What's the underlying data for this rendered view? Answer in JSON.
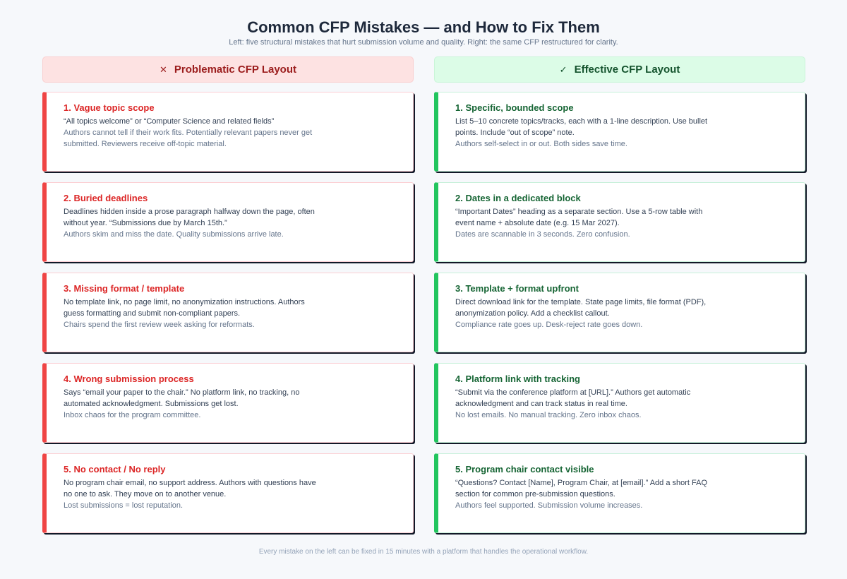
{
  "title": "Common CFP Mistakes — and How to Fix Them",
  "subtitle": "Left: five structural mistakes that hurt submission volume and quality. Right: the same CFP restructured for clarity.",
  "left": {
    "header": "Problematic CFP Layout",
    "header_icon": "✕",
    "accent": "#ef4444",
    "cards": [
      {
        "title": "1. Vague topic scope",
        "desc": "“All topics welcome” or “Computer Science and related fields”",
        "impact": "Authors cannot tell if their work fits. Potentially relevant papers never get submitted. Reviewers receive off-topic material."
      },
      {
        "title": "2. Buried deadlines",
        "desc": "Deadlines hidden inside a prose paragraph halfway down the page, often without year. “Submissions due by March 15th.”",
        "impact": "Authors skim and miss the date. Quality submissions arrive late."
      },
      {
        "title": "3. Missing format / template",
        "desc": "No template link, no page limit, no anonymization instructions. Authors guess formatting and submit non-compliant papers.",
        "impact": "Chairs spend the first review week asking for reformats."
      },
      {
        "title": "4. Wrong submission process",
        "desc": "Says “email your paper to the chair.” No platform link, no tracking, no automated acknowledgment. Submissions get lost.",
        "impact": "Inbox chaos for the program committee."
      },
      {
        "title": "5. No contact / No reply",
        "desc": "No program chair email, no support address. Authors with questions have no one to ask. They move on to another venue.",
        "impact": "Lost submissions = lost reputation."
      }
    ]
  },
  "right": {
    "header": "Effective CFP Layout",
    "header_icon": "✓",
    "accent": "#22c55e",
    "cards": [
      {
        "title": "1. Specific, bounded scope",
        "desc": "List 5–10 concrete topics/tracks, each with a 1-line description. Use bullet points. Include “out of scope” note.",
        "impact": "Authors self-select in or out. Both sides save time."
      },
      {
        "title": "2. Dates in a dedicated block",
        "desc": "“Important Dates” heading as a separate section. Use a 5-row table with event name + absolute date (e.g. 15 Mar 2027).",
        "impact": "Dates are scannable in 3 seconds. Zero confusion."
      },
      {
        "title": "3. Template + format upfront",
        "desc": "Direct download link for the template. State page limits, file format (PDF), anonymization policy. Add a checklist callout.",
        "impact": "Compliance rate goes up. Desk-reject rate goes down."
      },
      {
        "title": "4. Platform link with tracking",
        "desc": "“Submit via the conference platform at [URL].” Authors get automatic acknowledgment and can track status in real time.",
        "impact": "No lost emails. No manual tracking. Zero inbox chaos."
      },
      {
        "title": "5. Program chair contact visible",
        "desc": "“Questions? Contact [Name], Program Chair, at [email].” Add a short FAQ section for common pre-submission questions.",
        "impact": "Authors feel supported. Submission volume increases."
      }
    ]
  },
  "footer": "Every mistake on the left can be fixed in 15 minutes with a platform that handles the operational workflow."
}
